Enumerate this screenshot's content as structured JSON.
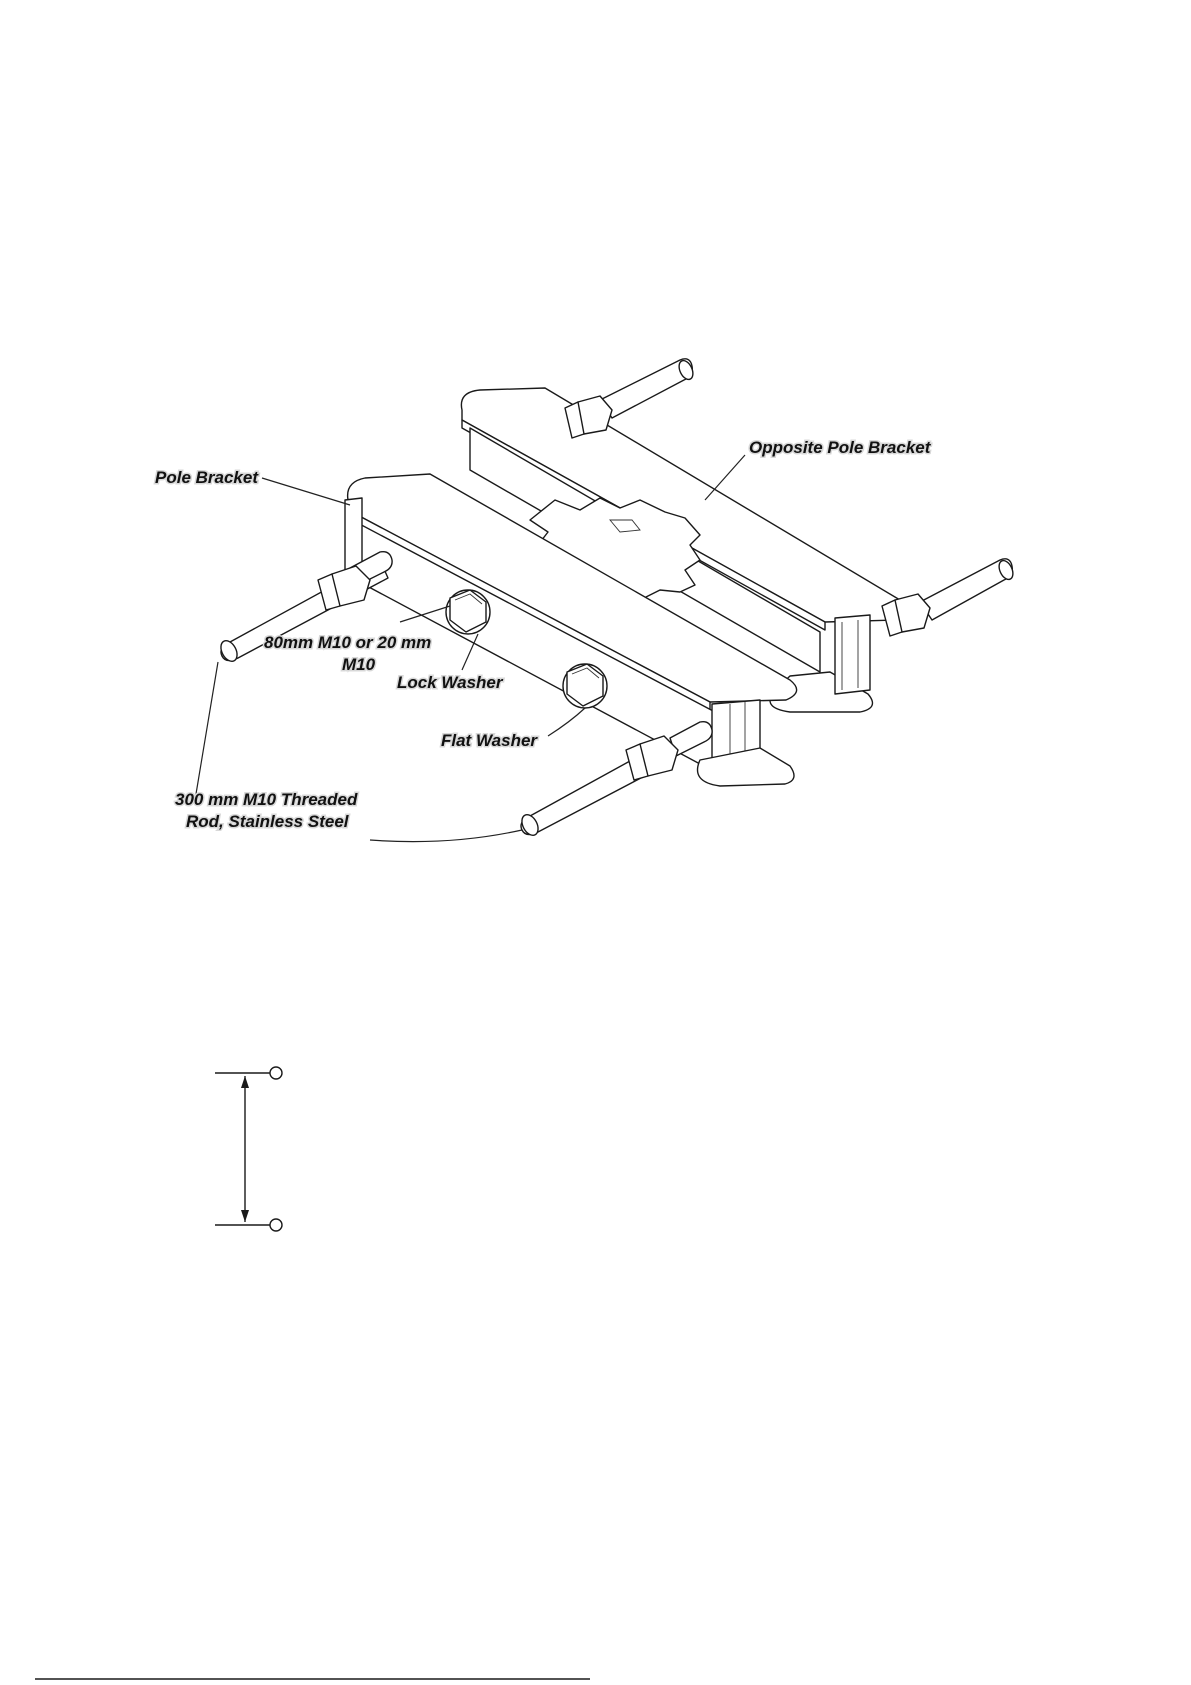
{
  "diagram": {
    "labels": {
      "pole_bracket": "Pole Bracket",
      "opposite_pole_bracket": "Opposite Pole Bracket",
      "bolt_line1": "80mm M10 or 20 mm",
      "bolt_line2": "M10",
      "lock_washer": "Lock Washer",
      "flat_washer": "Flat Washer",
      "rod_line1": "300 mm M10 Threaded",
      "rod_line2": "Rod, Stainless Steel"
    }
  },
  "colors": {
    "line": "#1a1a1a",
    "background": "#ffffff",
    "label_shadow": "#d8d8d8"
  }
}
